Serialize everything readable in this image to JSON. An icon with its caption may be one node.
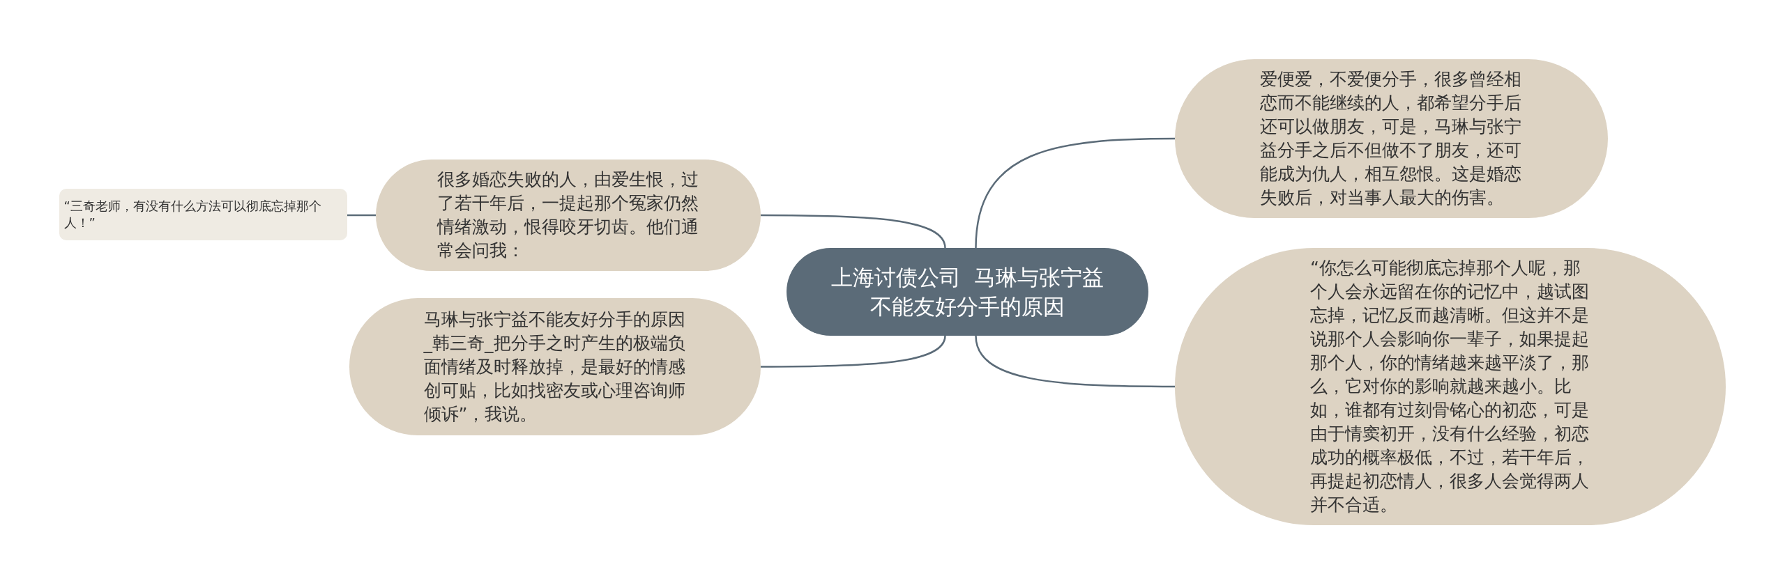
{
  "diagram": {
    "nodes": [
      {
        "text": [
          "上海讨债公司  马琳与张宁益不能友好分手的原因"
        ]
      },
      {
        "text": [
          "很多婚恋失败的人，由爱生恨，过了若干年后，一提起那个冤家仍然情绪激动，恨得咬牙切齿。他们通常会问我："
        ]
      },
      {
        "text": [
          "“三奇老师，有没有什么方法可以彻底忘掉那个人！”"
        ]
      },
      {
        "text": [
          "马琳与张宁益不能友好分手的原因_韩三奇_把分手之时产生的极端负面情绪及时释放掉，是最好的情感创可贴，比如找密友或心理咨询师倾诉”，我说。"
        ]
      },
      {
        "text": [
          "爱便爱，不爱便分手，很多曾经相恋而不能继续的人，都希望分手后还可以做朋友，可是，马琳与张宁益分手之后不但做不了朋友，还可能成为仇人，相互怨恨。这是婚恋失败后，对当事人最大的伤害。"
        ]
      },
      {
        "text": [
          "“你怎么可能彻底忘掉那个人呢，那个人会永远留在你的记忆中，越试图忘掉，记忆反而越清晰。但这并不是说那个人会影响你一辈子，如果提起那个人，你的情绪越来越平淡了，那么，它对你的影响就越来越小。比如，谁都有过刻骨铭心的初恋，可是由于情窦初开，没有什么经验，初恋成功的概率极低，不过，若干年后，再提起初恋情人，很多人会觉得两人并不合适。"
        ]
      }
    ],
    "edges": [
      {
        "from": 0,
        "to": 1,
        "arrow": "none"
      },
      {
        "from": 1,
        "to": 2,
        "arrow": "none"
      },
      {
        "from": 0,
        "to": 3,
        "arrow": "none"
      },
      {
        "from": 0,
        "to": 4,
        "arrow": "none"
      },
      {
        "from": 0,
        "to": 5,
        "arrow": "none"
      }
    ]
  }
}
